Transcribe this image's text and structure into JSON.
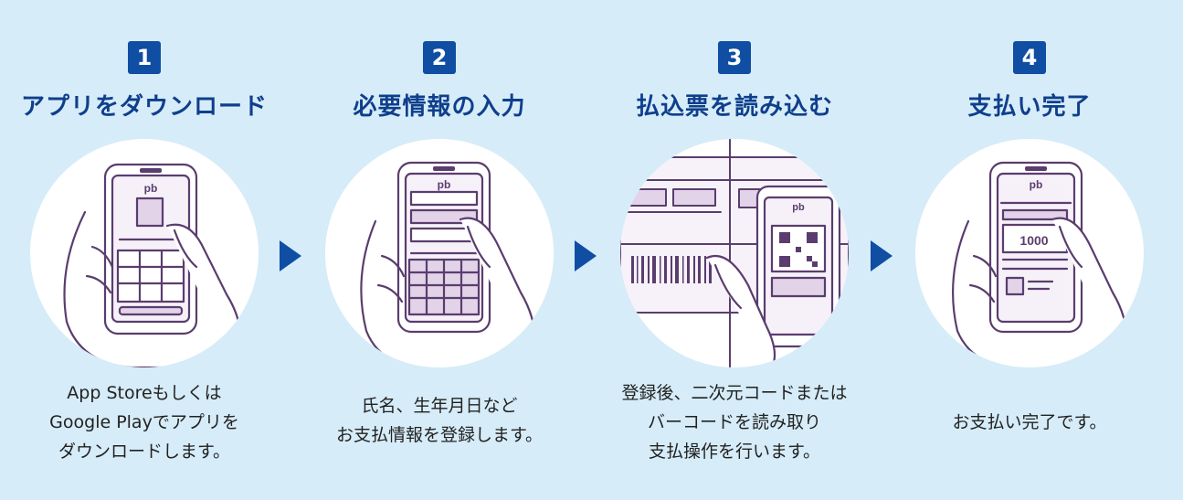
{
  "steps": [
    {
      "number": "1",
      "title": "アプリをダウンロード",
      "description": [
        "App Storeもしくは",
        "Google Playでアプリを",
        "ダウンロードします。"
      ]
    },
    {
      "number": "2",
      "title": "必要情報の入力",
      "description": [
        "氏名、生年月日など",
        "お支払情報を登録します。"
      ]
    },
    {
      "number": "3",
      "title": "払込票を読み込む",
      "description": [
        "登録後、二次元コードまたは",
        "バーコードを読み取り",
        "支払操作を行います。"
      ]
    },
    {
      "number": "4",
      "title": "支払い完了",
      "description": [
        "お支払い完了です。"
      ]
    }
  ],
  "screen_text": {
    "logo": "pb",
    "amount": "1000"
  },
  "colors": {
    "background": "#d6ecf8",
    "accent": "#0f4ea3",
    "title": "#0f3f8c",
    "illustration": "#5a3d6e",
    "illustration_fill": "#e2d3e8"
  },
  "icons": [
    "arrow-right-icon",
    "phone-in-hand-icon",
    "barcode-icon",
    "qr-code-icon"
  ]
}
